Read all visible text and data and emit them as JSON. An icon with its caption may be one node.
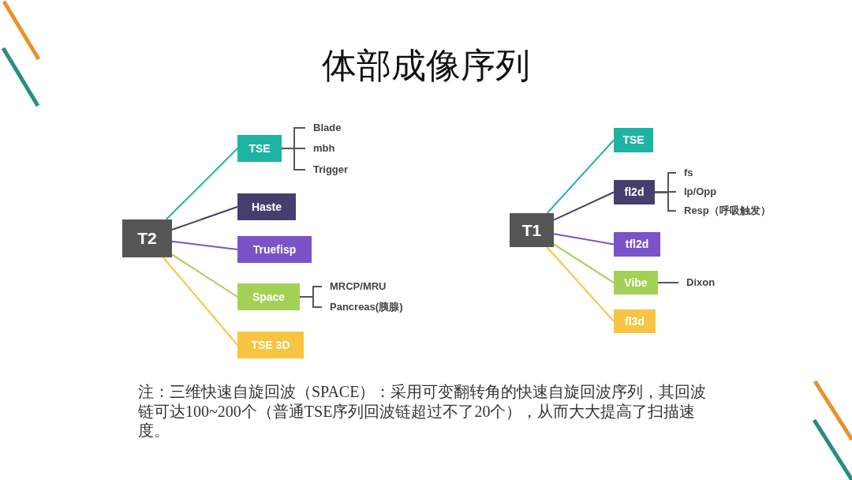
{
  "diagram": {
    "title": "体部成像序列",
    "nodes": [
      {
        "text": [
          "T2"
        ]
      },
      {
        "text": [
          "TSE"
        ]
      },
      {
        "text": [
          "Haste"
        ]
      },
      {
        "text": [
          "Truefisp"
        ]
      },
      {
        "text": [
          "Space"
        ]
      },
      {
        "text": [
          "TSE 3D"
        ]
      },
      {
        "text": [
          "Blade"
        ]
      },
      {
        "text": [
          "mbh"
        ]
      },
      {
        "text": [
          "Trigger"
        ]
      },
      {
        "text": [
          "MRCP/MRU"
        ]
      },
      {
        "text": [
          "Pancreas(胰腺)"
        ]
      },
      {
        "text": [
          "T1"
        ]
      },
      {
        "text": [
          "TSE"
        ]
      },
      {
        "text": [
          "fl2d"
        ]
      },
      {
        "text": [
          "tfl2d"
        ]
      },
      {
        "text": [
          "Vibe"
        ]
      },
      {
        "text": [
          "fl3d"
        ]
      },
      {
        "text": [
          "fs"
        ]
      },
      {
        "text": [
          "Ip/Opp"
        ]
      },
      {
        "text": [
          "Resp（呼吸触发）"
        ]
      },
      {
        "text": [
          "Dixon"
        ]
      }
    ],
    "edges": [
      {
        "from": 0,
        "to": 1,
        "arrow": "none",
        "color": "#1eb4a5"
      },
      {
        "from": 0,
        "to": 2,
        "arrow": "none",
        "color": "#463f6e"
      },
      {
        "from": 0,
        "to": 3,
        "arrow": "none",
        "color": "#7a53c6"
      },
      {
        "from": 0,
        "to": 4,
        "arrow": "none",
        "color": "#a3d155"
      },
      {
        "from": 0,
        "to": 5,
        "arrow": "none",
        "color": "#f8c542"
      },
      {
        "from": 1,
        "to": 6,
        "arrow": "none",
        "color": "#555555"
      },
      {
        "from": 1,
        "to": 7,
        "arrow": "none",
        "color": "#555555"
      },
      {
        "from": 1,
        "to": 8,
        "arrow": "none",
        "color": "#555555"
      },
      {
        "from": 4,
        "to": 9,
        "arrow": "none",
        "color": "#555555"
      },
      {
        "from": 4,
        "to": 10,
        "arrow": "none",
        "color": "#555555"
      },
      {
        "from": 11,
        "to": 12,
        "arrow": "none",
        "color": "#1eb4a5"
      },
      {
        "from": 11,
        "to": 13,
        "arrow": "none",
        "color": "#463f6e"
      },
      {
        "from": 11,
        "to": 14,
        "arrow": "none",
        "color": "#7a53c6"
      },
      {
        "from": 11,
        "to": 15,
        "arrow": "none",
        "color": "#a3d155"
      },
      {
        "from": 11,
        "to": 16,
        "arrow": "none",
        "color": "#f8c542"
      },
      {
        "from": 13,
        "to": 17,
        "arrow": "none",
        "color": "#555555"
      },
      {
        "from": 13,
        "to": 18,
        "arrow": "none",
        "color": "#555555"
      },
      {
        "from": 13,
        "to": 19,
        "arrow": "none",
        "color": "#555555"
      },
      {
        "from": 15,
        "to": 20,
        "arrow": "none",
        "color": "#555555"
      }
    ],
    "labels": [
      "注：三维快速自旋回波（SPACE）：采用可变翻转角的快速自旋回波序列，其回波链可达100~200个（普通TSE序列回波链超过不了20个），从而大大提高了扫描速度。"
    ]
  }
}
